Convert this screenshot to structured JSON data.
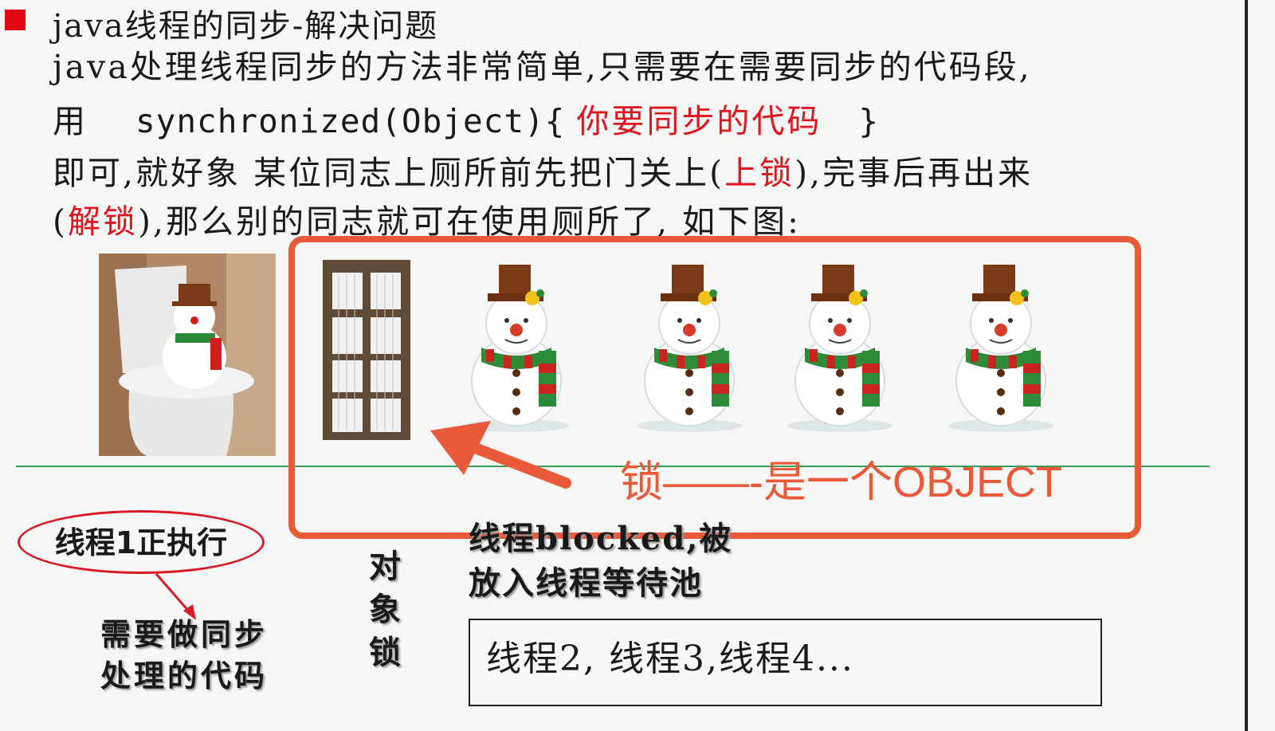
{
  "heading": "java线程的同步-解决问题",
  "body": {
    "line1": "java处理线程同步的方法非常简单,只需要在需要同步的代码段,",
    "line2_use": "用",
    "line2_code_open": "synchronized(Object){",
    "line2_code_red": "你要同步的代码",
    "line2_code_close": "}",
    "line3_a": "即可,就好象 某位同志上厕所前先把门关上(",
    "line3_red": "上锁",
    "line3_b": "),完事后再出来",
    "line4_a": "(",
    "line4_red": "解锁",
    "line4_b": "),那么别的同志就可在使用厕所了, 如下图:"
  },
  "diagram": {
    "lock_label": "锁——-是一个OBJECT",
    "running_thread": "线程1正执行",
    "sync_code_1": "需要做同步",
    "sync_code_2": "处理的代码",
    "object_lock": [
      "对",
      "象",
      "锁"
    ],
    "blocked_1": "线程blocked,被",
    "blocked_2": "放入线程等待池",
    "waiting_threads": "线程2, 线程3,线程4..."
  },
  "colors": {
    "accent_red": "#e0141e",
    "annotation_orange": "#e85a3a",
    "divider_green": "#3a9c5a"
  },
  "icons": [
    "snowman-on-toilet-image",
    "door-image",
    "snowman-image",
    "arrow-icon"
  ]
}
